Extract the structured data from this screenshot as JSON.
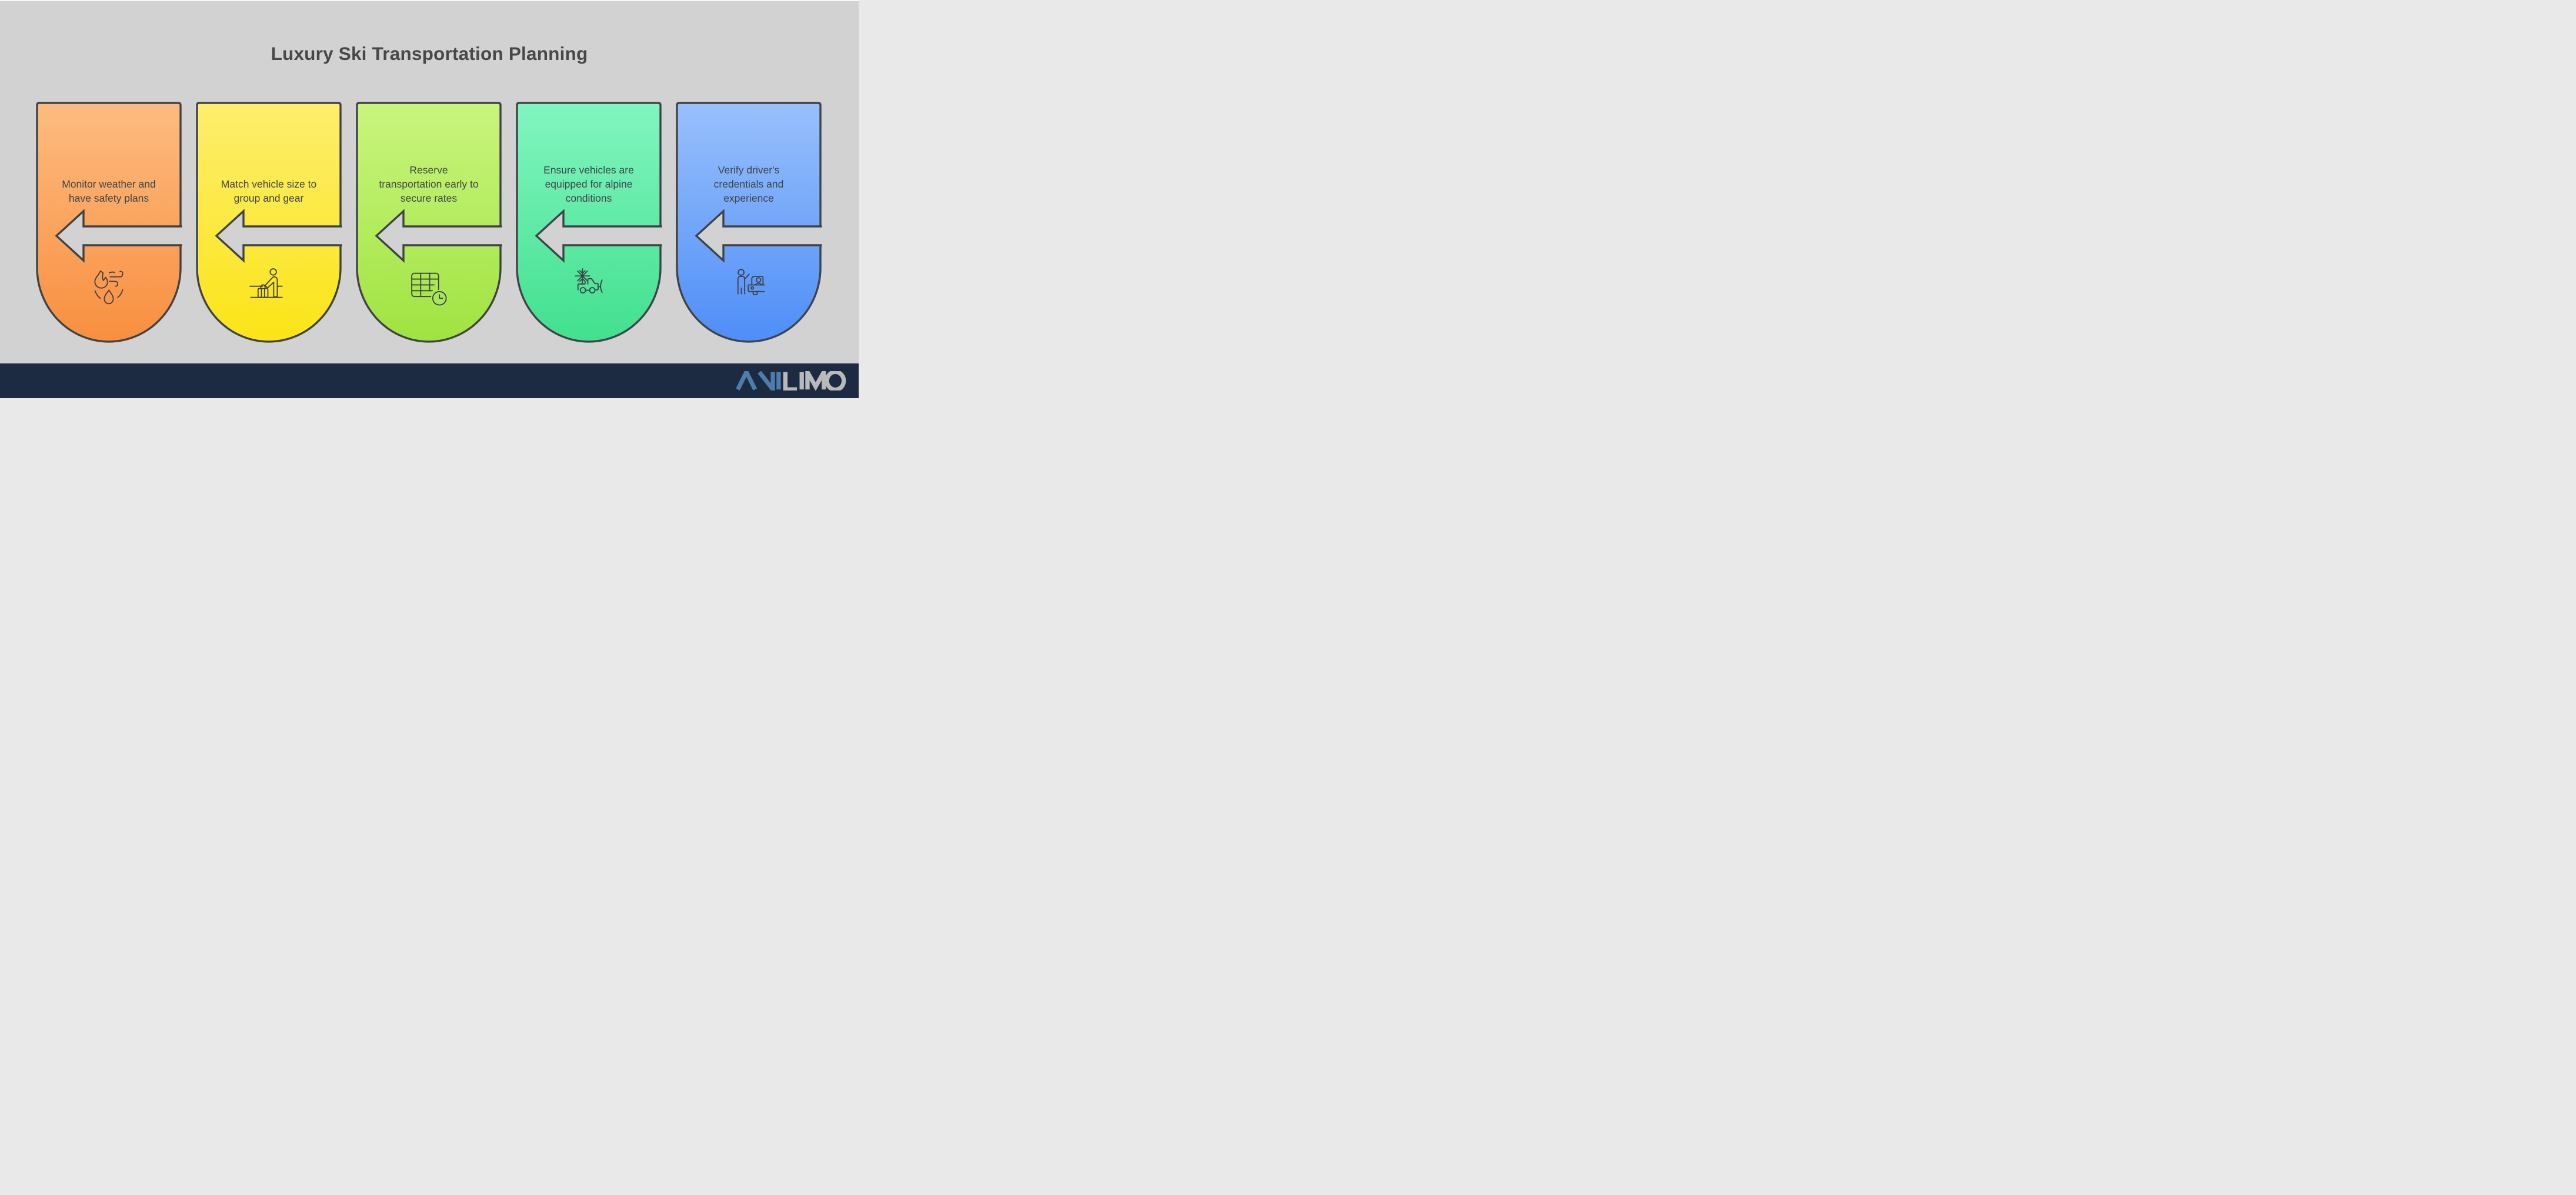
{
  "theme": {
    "bg": "#d2d2d2",
    "top_strip": "#f7f8fa",
    "card_border": "#3f4347",
    "card_text": "#3e4449",
    "icon_stroke": "#3d4145",
    "title_color": "#47484a",
    "footer_bg": "#1c2b42",
    "logo_blue": "#4f7dab",
    "logo_silver": "#b8b9bb",
    "arrow_fill": "#d2d2d2"
  },
  "title": {
    "text": "Luxury Ski Transportation Planning"
  },
  "steps": [
    {
      "lines": [
        "Monitor weather and",
        "have safety plans"
      ],
      "icon": "severe-weather-icon",
      "gradient_top": "#fdbb80",
      "gradient_bottom": "#f88f3f"
    },
    {
      "lines": [
        "Match vehicle size to",
        "group and gear"
      ],
      "icon": "traveler-luggage-icon",
      "gradient_top": "#fdee6e",
      "gradient_bottom": "#fbe416"
    },
    {
      "lines": [
        "Reserve",
        "transportation early to",
        "secure rates"
      ],
      "icon": "booking-schedule-icon",
      "gradient_top": "#c9f57e",
      "gradient_bottom": "#a0e340",
      "halo": "#aae65c"
    },
    {
      "lines": [
        "Ensure vehicles are",
        "equipped for alpine",
        "conditions"
      ],
      "icon": "winter-vehicle-icon",
      "gradient_top": "#82f5c0",
      "gradient_bottom": "#41e08e"
    },
    {
      "lines": [
        "Verify driver's",
        "credentials and",
        "experience"
      ],
      "icon": "driver-verification-icon",
      "gradient_top": "#99c0fb",
      "gradient_bottom": "#4e8ef8"
    }
  ],
  "footer": {
    "logo_text": "AVILIMO",
    "logo_primary": "AVI",
    "logo_secondary": "LIMO"
  }
}
